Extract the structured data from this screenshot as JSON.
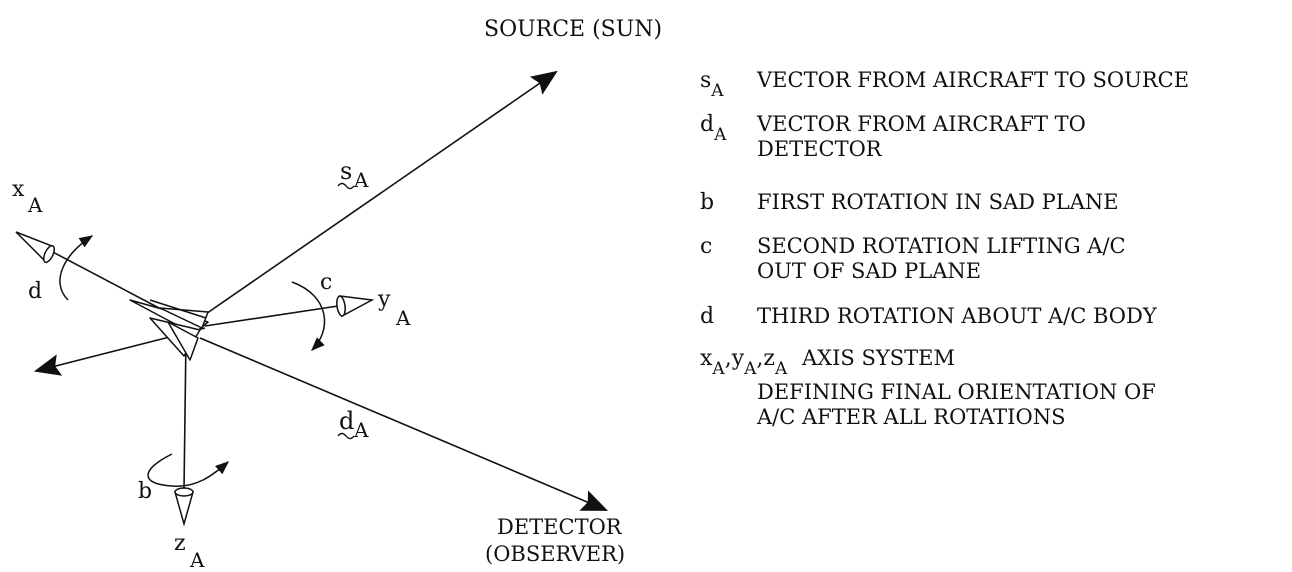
{
  "diagram": {
    "source_label": "SOURCE (SUN)",
    "detector_label_line1": "DETECTOR",
    "detector_label_line2": "(OBSERVER)",
    "vector_s": {
      "letter": "s",
      "sub": "A"
    },
    "vector_d": {
      "letter": "d",
      "sub": "A"
    },
    "axis_x": {
      "letter": "x",
      "sub": "A"
    },
    "axis_y": {
      "letter": "y",
      "sub": "A"
    },
    "axis_z": {
      "letter": "z",
      "sub": "A"
    },
    "rotation_b": "b",
    "rotation_c": "c",
    "rotation_d": "d"
  },
  "legend": [
    {
      "sym": "s",
      "sub": "A",
      "desc": "VECTOR FROM AIRCRAFT TO SOURCE"
    },
    {
      "sym": "d",
      "sub": "A",
      "desc_line1": "VECTOR FROM AIRCRAFT TO",
      "desc_line2": "DETECTOR"
    },
    {
      "sym": "b",
      "desc": "FIRST ROTATION IN SAD PLANE"
    },
    {
      "sym": "c",
      "desc_line1": "SECOND ROTATION LIFTING A/C",
      "desc_line2": "OUT OF SAD PLANE"
    },
    {
      "sym": "d",
      "desc": "THIRD ROTATION ABOUT A/C BODY"
    },
    {
      "sym_parts": [
        {
          "l": "x",
          "s": "A"
        },
        {
          "l": "y",
          "s": "A"
        },
        {
          "l": "z",
          "s": "A"
        }
      ],
      "sep": ",",
      "desc_line1": "AXIS SYSTEM",
      "desc_line2": "DEFINING FINAL ORIENTATION OF",
      "desc_line3": "A/C AFTER ALL ROTATIONS"
    }
  ]
}
